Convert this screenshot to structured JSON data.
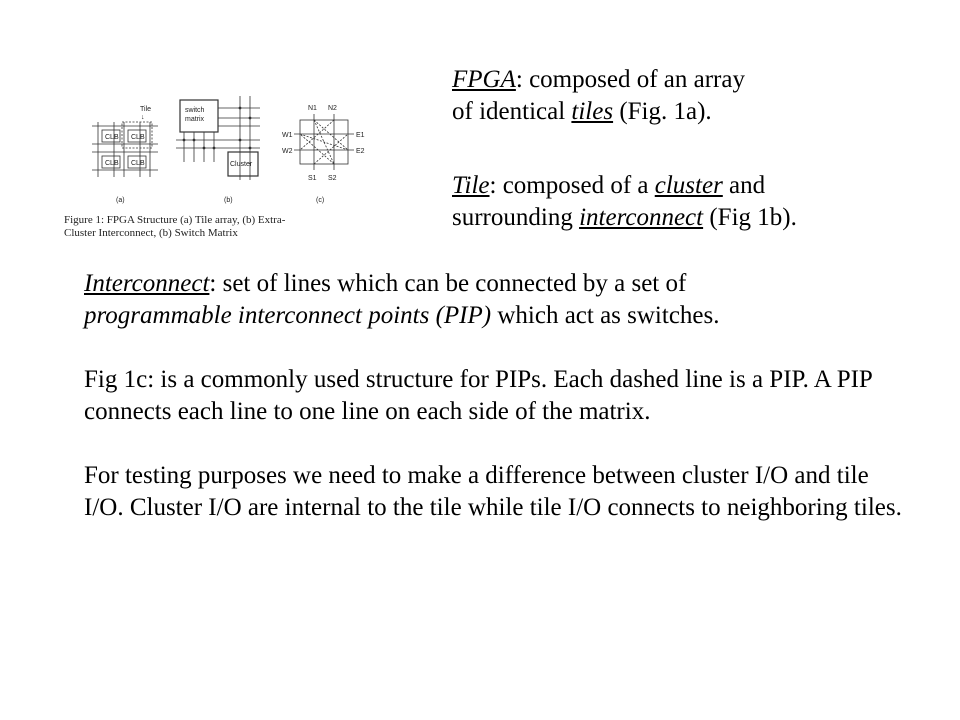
{
  "right_text": {
    "fpga": {
      "term": "FPGA",
      "pre": ": composed of an array",
      "line2_pre": "of identical ",
      "line2_term": "tiles",
      "line2_post": " (Fig. 1a)."
    },
    "tile": {
      "term": "Tile",
      "pre": ": composed of a ",
      "cluster": "cluster",
      "post": " and",
      "line2_pre": "surrounding ",
      "line2_term": "interconnect",
      "line2_post": " (Fig 1b)."
    }
  },
  "figure": {
    "caption_line1": "Figure 1:  FPGA Structure (a) Tile array, (b) Extra-",
    "caption_line2": "Cluster Interconnect, (b) Switch Matrix",
    "tile_label": "Tile",
    "clb": "CLB",
    "switch_matrix_line1": "switch",
    "switch_matrix_line2": "matrix",
    "cluster": "Cluster",
    "sub_a": "(a)",
    "sub_b": "(b)",
    "sub_c": "(c)",
    "ports": {
      "n1": "N1",
      "n2": "N2",
      "w1": "W1",
      "w2": "W2",
      "e1": "E1",
      "e2": "E2",
      "s1": "S1",
      "s2": "S2"
    }
  },
  "body": {
    "p1_term": "Interconnect",
    "p1_text1": ": set of lines which can be connected by a set of",
    "p1_italic": "programmable interconnect points (PIP)",
    "p1_text2": " which act as switches.",
    "p2": "Fig 1c: is a commonly used structure for PIPs. Each dashed line is a PIP.  A PIP connects each line to one line on each side of the matrix.",
    "p3": "For testing purposes we need to make a difference between cluster I/O and tile I/O. Cluster I/O are internal to the tile while tile I/O connects to neighboring tiles."
  }
}
